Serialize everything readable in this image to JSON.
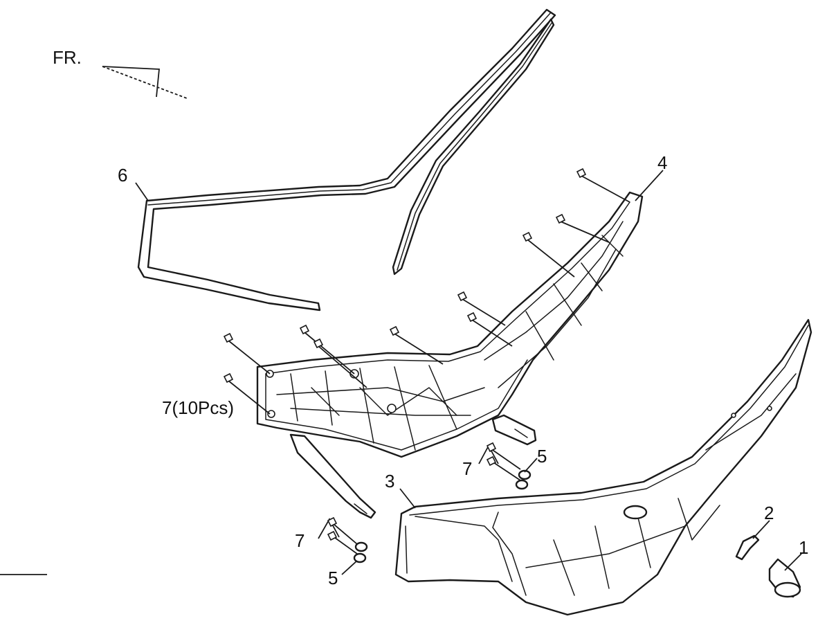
{
  "direction_label": "FR.",
  "callouts": {
    "p1": "1",
    "p2": "2",
    "p3": "3",
    "p4": "4",
    "p5a": "5",
    "p5b": "5",
    "p6": "6",
    "p7a": "7(10Pcs)",
    "p7b": "7",
    "p7c": "7"
  }
}
